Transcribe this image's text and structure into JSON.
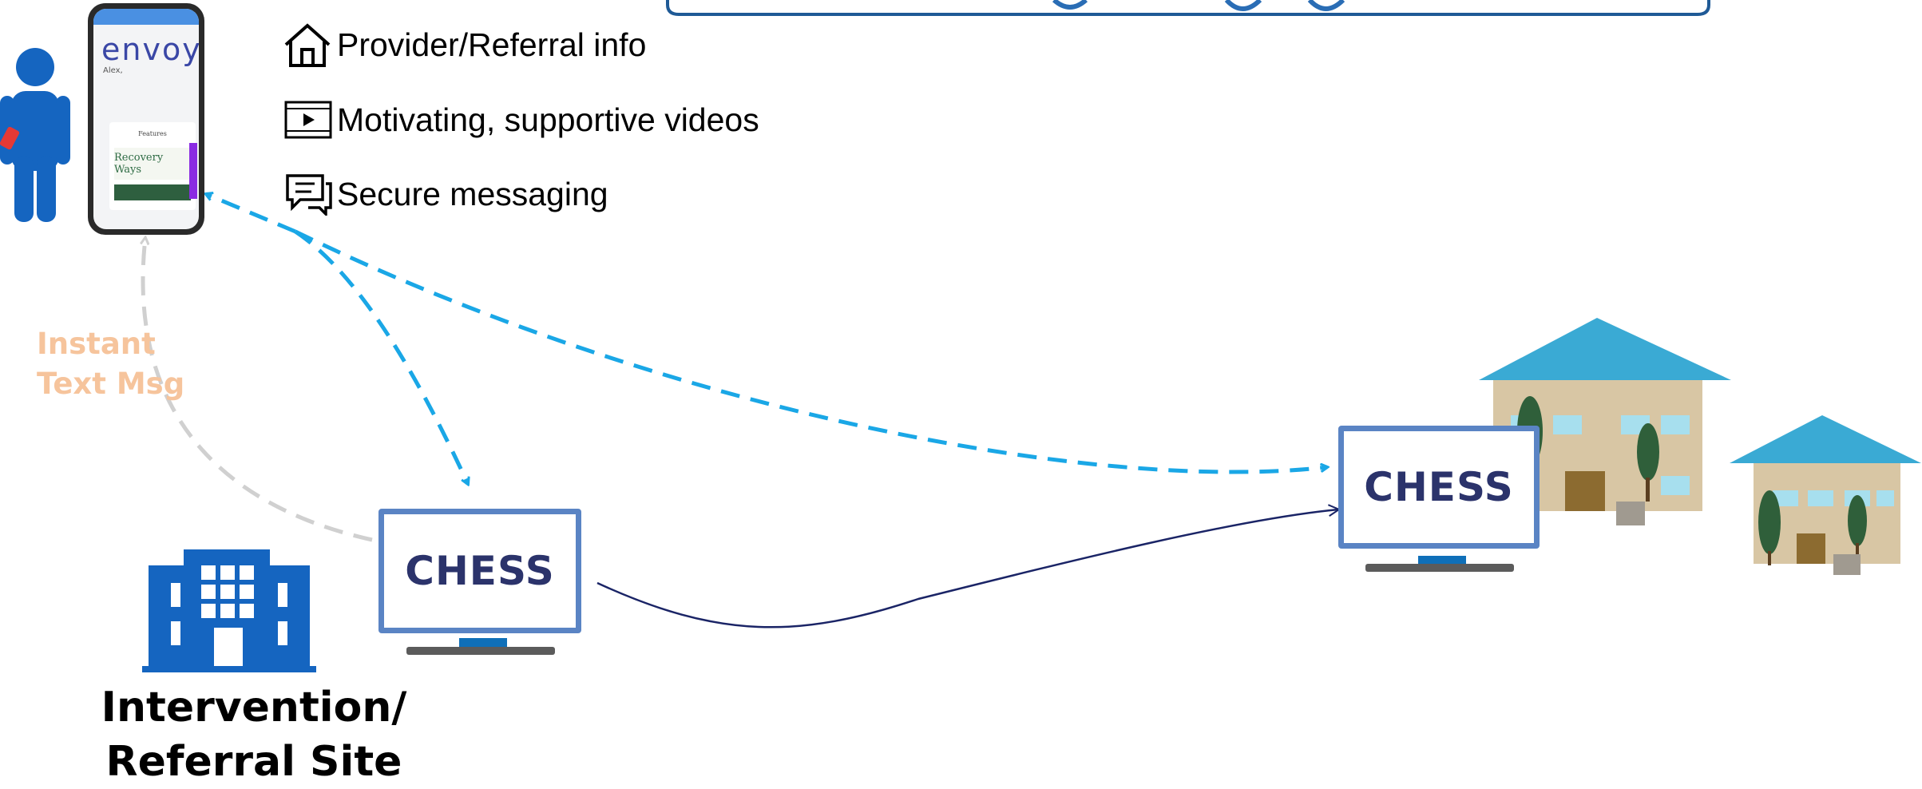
{
  "features": [
    {
      "icon": "home-icon",
      "label": "Provider/Referral info"
    },
    {
      "icon": "video-icon",
      "label": "Motivating, supportive videos"
    },
    {
      "icon": "chat-icon",
      "label": "Secure messaging"
    }
  ],
  "phone": {
    "brand": "envoy",
    "user": "Alex,",
    "card_title": "Features",
    "card_logo": "Recovery Ways"
  },
  "instant_message_label": {
    "line1": "Instant",
    "line2": "Text Msg"
  },
  "intervention_site": {
    "line1": "Intervention/",
    "line2": "Referral Site"
  },
  "chess_monitors": [
    {
      "label": "CHESS"
    },
    {
      "label": "CHESS"
    }
  ],
  "colors": {
    "dashed_arrow": "#1aa7e6",
    "gray_arrow": "#d0d0d0",
    "solid_arrow": "#1a2466",
    "person": "#1565c0",
    "building": "#1565c0",
    "monitor_border": "#5a84c4",
    "chess_text": "#2b336b",
    "instant_text": "#f6c49c",
    "roof": "#3aaad4",
    "house_wall": "#d8c6a4"
  }
}
